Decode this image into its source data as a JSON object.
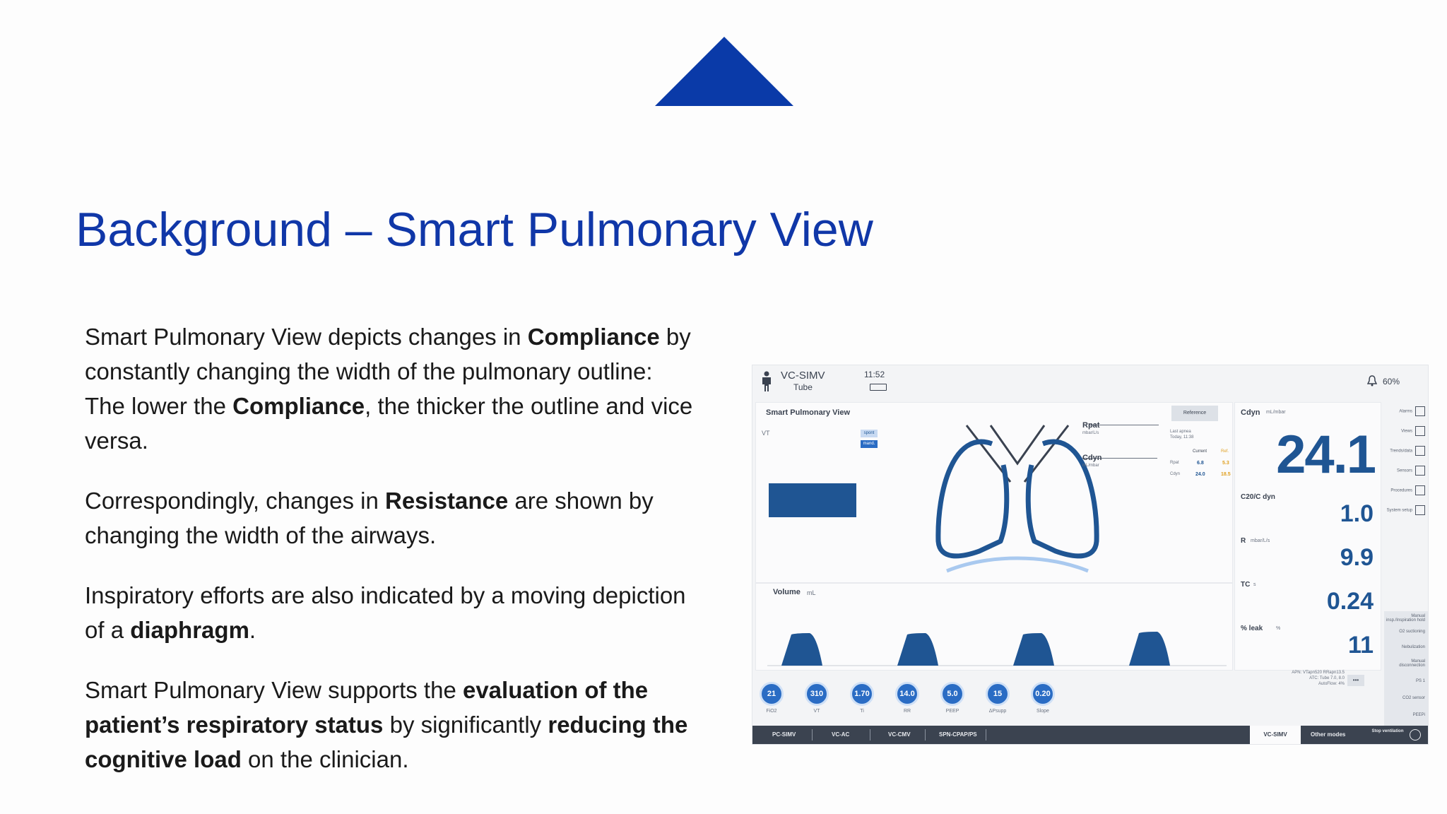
{
  "slide": {
    "title": "Background – Smart Pulmonary View",
    "accent_color": "#1037a8",
    "paragraphs": [
      [
        {
          "t": "Smart Pulmonary View depicts changes in ",
          "b": false
        },
        {
          "t": "Compliance",
          "b": true
        },
        {
          "t": " by constantly changing the width of the pulmonary outline:",
          "b": false
        },
        {
          "t": "\n",
          "b": false
        },
        {
          "t": "The lower the ",
          "b": false
        },
        {
          "t": "Compliance",
          "b": true
        },
        {
          "t": ", the thicker the outline and vice versa.",
          "b": false
        }
      ],
      [
        {
          "t": "Correspondingly, changes in ",
          "b": false
        },
        {
          "t": "Resistance",
          "b": true
        },
        {
          "t": " are shown by changing the width of the airways.",
          "b": false
        }
      ],
      [
        {
          "t": "Inspiratory efforts are also indicated by a moving depiction of a ",
          "b": false
        },
        {
          "t": "diaphragm",
          "b": true
        },
        {
          "t": ".",
          "b": false
        }
      ],
      [
        {
          "t": "Smart Pulmonary View supports the ",
          "b": false
        },
        {
          "t": "evaluation of the patient’s respiratory status",
          "b": true
        },
        {
          "t": " by significantly ",
          "b": false
        },
        {
          "t": "reducing the cognitive load",
          "b": true
        },
        {
          "t": " on the clinician.",
          "b": false
        }
      ]
    ]
  },
  "ventilator": {
    "mode": "VC-SIMV",
    "interface": "Tube",
    "time": "11:52",
    "alarm_volume": "60%",
    "view_title": "Smart Pulmonary View",
    "vt_label": "VT",
    "spont_label": "spont",
    "mand_label": "mand.",
    "reference_btn": "Reference",
    "last_apnea": "Last apnea",
    "last_apnea_time": "Today, 11:38",
    "ref_table": {
      "headers": [
        "Current",
        "Ref."
      ],
      "rows": [
        {
          "label": "Rpat",
          "current": "6.8",
          "ref": "5.3"
        },
        {
          "label": "Cdyn",
          "current": "24.0",
          "ref": "18.5"
        }
      ]
    },
    "rpat_label": "Rpat",
    "rpat_unit": "mbar/L/s",
    "cdyn_label": "Cdyn",
    "cdyn_unit": "mL/mbar",
    "volume_label": "Volume",
    "volume_unit": "mL",
    "measurements": [
      {
        "label": "Cdyn",
        "unit": "mL/mbar",
        "value": "24.1"
      },
      {
        "label": "C20/C dyn",
        "unit": "",
        "value": "1.0"
      },
      {
        "label": "R",
        "unit": "mbar/L/s",
        "value": "9.9"
      },
      {
        "label": "TC",
        "unit": "s",
        "value": "0.24"
      },
      {
        "label": "% leak",
        "unit": "%",
        "value": "11"
      }
    ],
    "info_text": [
      "APN: VTapn520 RRapn13.5",
      "ATC: Tube 7.0, 8.0",
      "AutoFlow: 4%"
    ],
    "knobs": [
      {
        "value": "21",
        "label": "FiO2"
      },
      {
        "value": "310",
        "label": "VT"
      },
      {
        "value": "1.70",
        "label": "Ti"
      },
      {
        "value": "14.0",
        "label": "RR"
      },
      {
        "value": "5.0",
        "label": "PEEP"
      },
      {
        "value": "15",
        "label": "ΔPsupp"
      },
      {
        "value": "0.20",
        "label": "Slope"
      }
    ],
    "side_menu": [
      "Alarms",
      "Views",
      "Trends/data",
      "Sensors",
      "Procedures",
      "System setup"
    ],
    "side_menu_lower": [
      "Manual insp./Inspiration hold",
      "O2 suctioning",
      "Nebulization",
      "Manual disconnection",
      "PS 1",
      "CO2 sensor",
      "PEEPi"
    ],
    "bottom_modes": [
      "PC-SIMV",
      "VC-AC",
      "VC-CMV",
      "SPN-CPAP/PS"
    ],
    "active_mode": "VC-SIMV",
    "other_modes": "Other modes",
    "stop_label": "Stop ventilation",
    "more_label": "•••"
  }
}
